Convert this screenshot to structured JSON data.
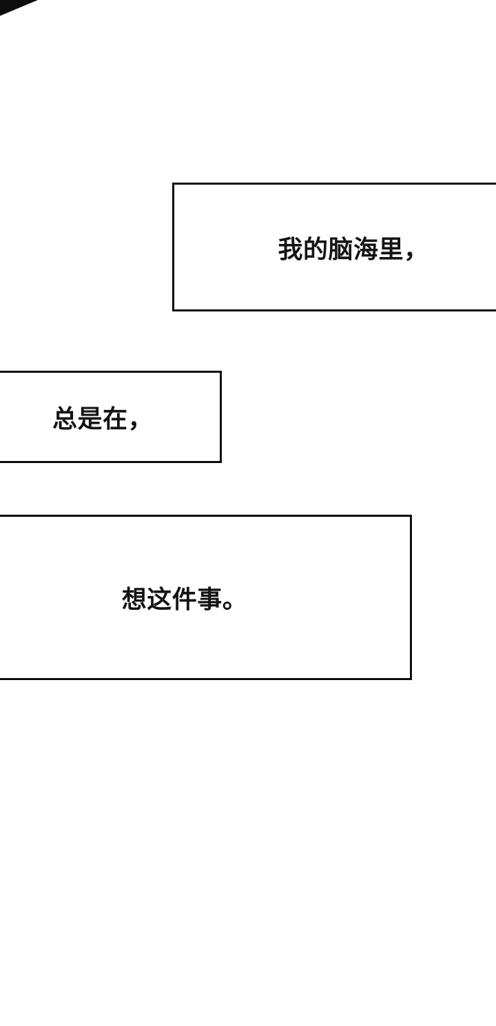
{
  "page": {
    "kind": "comic-page",
    "colors": {
      "background": "#ffffff",
      "line": "#0d0d0d",
      "text": "#141414"
    }
  },
  "decor": {
    "corner_wedge_icon": "panel-corner-wedge"
  },
  "captions": [
    {
      "id": "caption-top",
      "text": "我的脑海里，"
    },
    {
      "id": "caption-middle",
      "text": "总是在，"
    },
    {
      "id": "caption-bottom",
      "text": "想这件事。"
    }
  ]
}
